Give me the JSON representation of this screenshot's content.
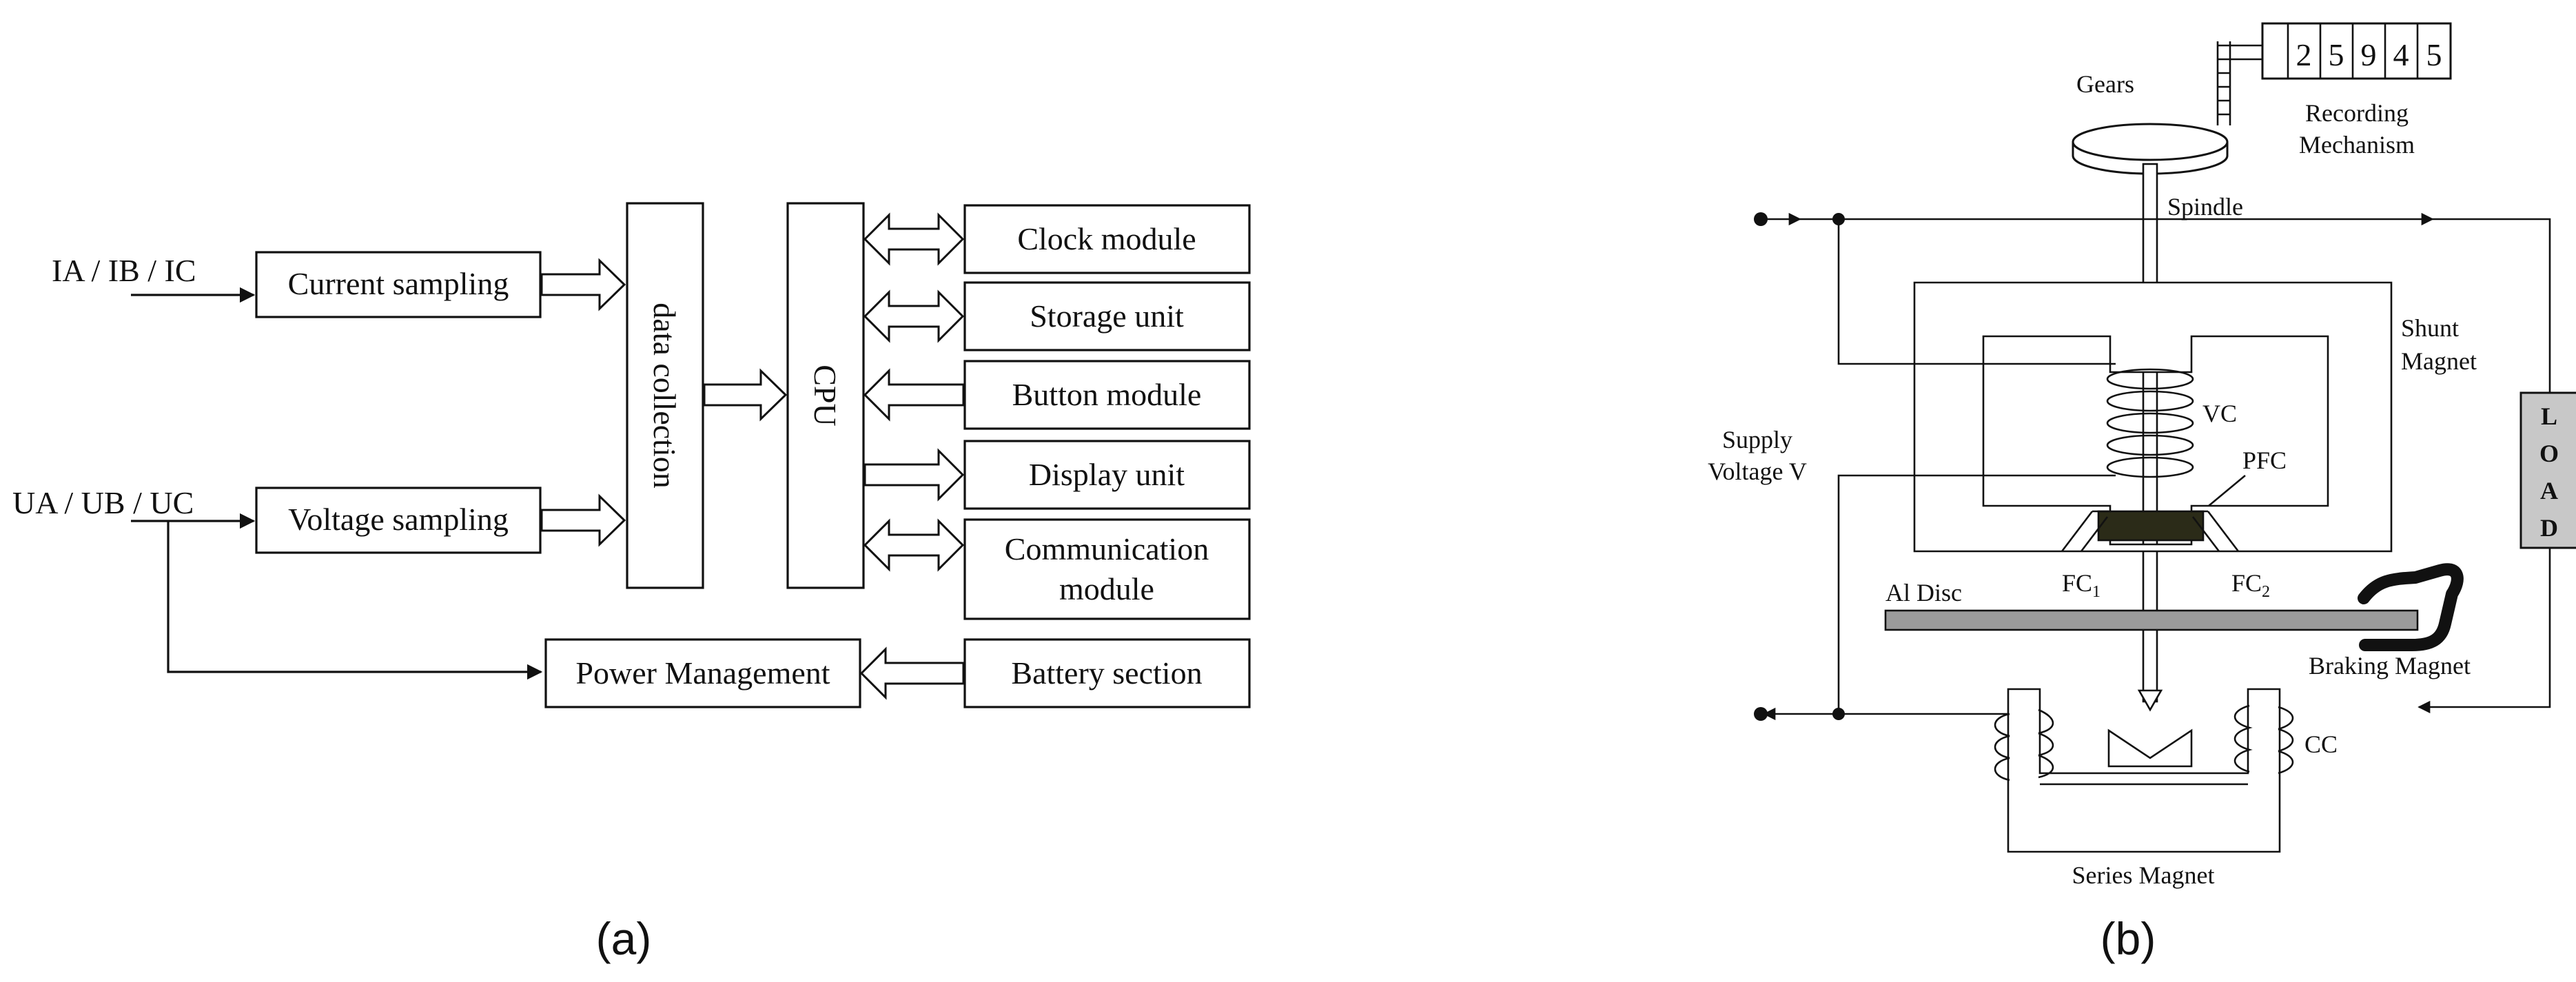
{
  "panel_a": {
    "caption": "(a)",
    "current_inputs": "IA  /  IB  /  IC",
    "voltage_inputs": "UA  /  UB  /  UC",
    "current_sampling": "Current sampling",
    "voltage_sampling": "Voltage sampling",
    "data_collection": "data collection",
    "cpu": "CPU",
    "clock_module": "Clock module",
    "storage_unit": "Storage unit",
    "button_module": "Button module",
    "display_unit": "Display unit",
    "communication_line1": "Communication",
    "communication_line2": "module",
    "power_management": "Power Management",
    "battery_section": "Battery section"
  },
  "panel_b": {
    "caption": "(b)",
    "gears": "Gears",
    "counter_digits": [
      "2",
      "5",
      "9",
      "4",
      "5"
    ],
    "recording_line1": "Recording",
    "recording_line2": "Mechanism",
    "spindle": "Spindle",
    "shunt_line1": "Shunt",
    "shunt_line2": "Magnet",
    "supply_line1": "Supply",
    "supply_line2": "Voltage V",
    "vc": "VC",
    "pfc": "PFC",
    "fc1_main": "FC",
    "fc1_sub": "1",
    "fc2_main": "FC",
    "fc2_sub": "2",
    "al_disc": "Al Disc",
    "braking_magnet": "Braking Magnet",
    "cc": "CC",
    "series_magnet": "Series Magnet",
    "load_letters": [
      "L",
      "O",
      "A",
      "D"
    ]
  }
}
